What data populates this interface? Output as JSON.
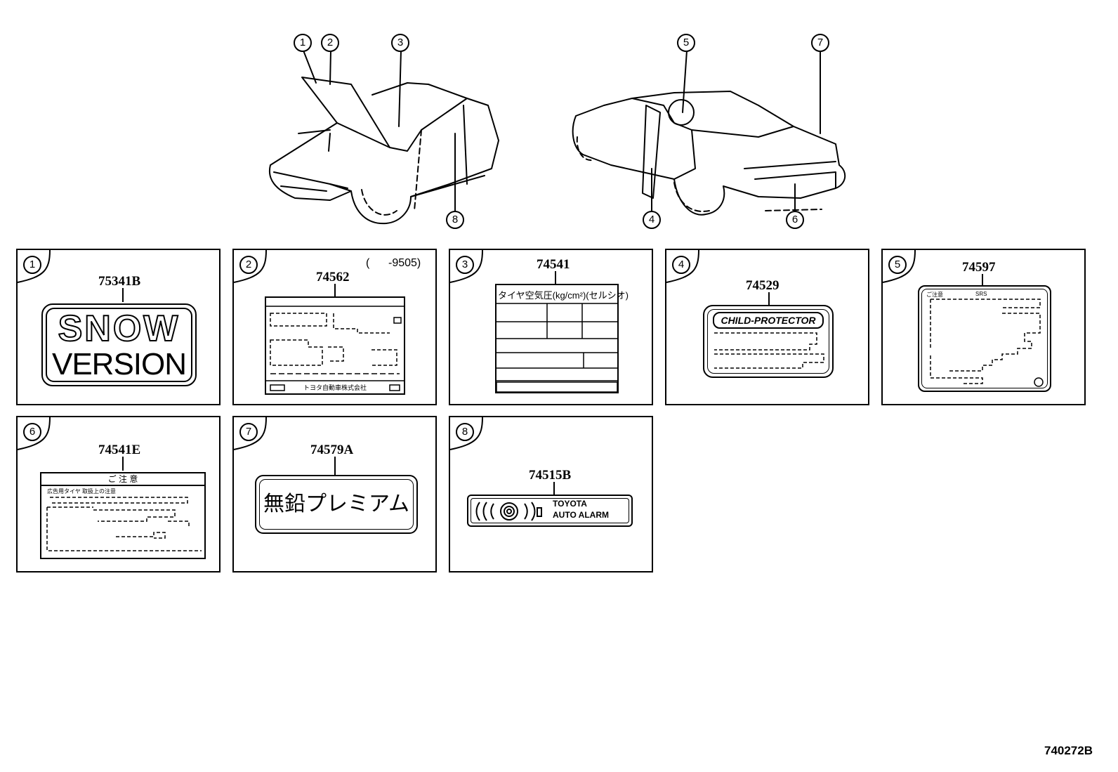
{
  "diagram_code": "740272B",
  "overview_callouts": [
    "1",
    "2",
    "3",
    "8",
    "5",
    "7",
    "4",
    "6"
  ],
  "panels": [
    {
      "n": "1",
      "part": "75341B",
      "label_lines": [
        "SNOW",
        "VERSION"
      ]
    },
    {
      "n": "2",
      "part": "74562",
      "range": "(      -9505)",
      "label_footer": "トヨタ自動車株式会社"
    },
    {
      "n": "3",
      "part": "74541",
      "label_title": "タイヤ空気圧(kg/cm²)(セルシオ)"
    },
    {
      "n": "4",
      "part": "74529",
      "label_title": "CHILD-PROTECTOR"
    },
    {
      "n": "5",
      "part": "74597",
      "label_left": "ご注意",
      "label_right": "SRS"
    },
    {
      "n": "6",
      "part": "74541E",
      "label_title": "ご 注 意",
      "label_sub": "広告用タイヤ 取扱上の注意"
    },
    {
      "n": "7",
      "part": "74579A",
      "label_title": "無鉛プレミアム"
    },
    {
      "n": "8",
      "part": "74515B",
      "label_line1": "TOYOTA",
      "label_line2": "AUTO ALARM"
    }
  ]
}
